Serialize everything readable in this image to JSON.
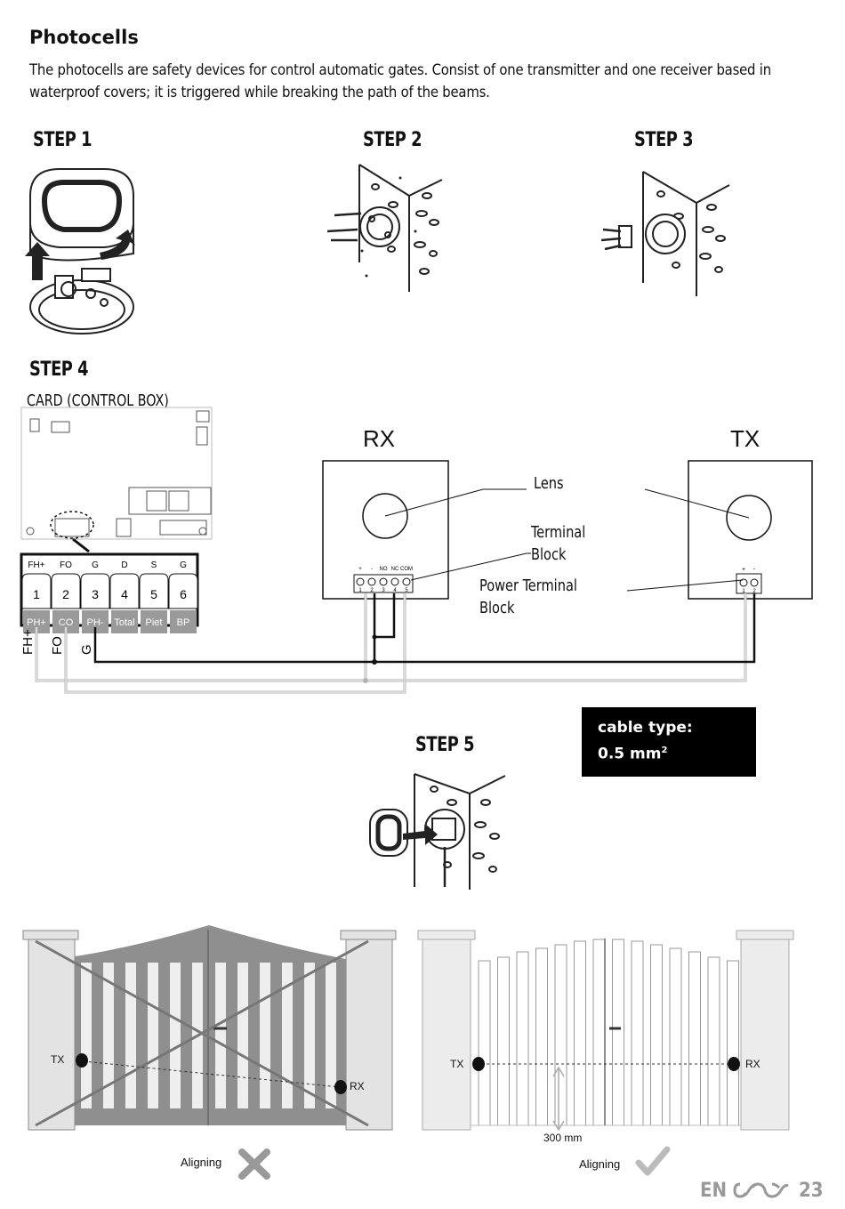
{
  "heading": "Photocells",
  "intro": "The photocells are safety devices for control automatic gates. Consist of one transmitter and one receiver based in waterproof covers; it is triggered while breaking the path of the beams.",
  "steps": {
    "step1": "STEP 1",
    "step2": "STEP 2",
    "step3": "STEP 3",
    "step4": "STEP 4",
    "step5": "STEP 5"
  },
  "wiring": {
    "card_label": "CARD (CONTROL BOX)",
    "rx_label": "RX",
    "tx_label": "TX",
    "lens_label": "Lens",
    "terminal_block_label": "Terminal Block",
    "power_terminal_label": "Power Terminal Block",
    "terminal_top": [
      "FH+",
      "FO",
      "G",
      "D",
      "S",
      "G"
    ],
    "terminal_numbers": [
      "1",
      "2",
      "3",
      "4",
      "5",
      "6"
    ],
    "terminal_bottom": [
      "PH+",
      "CO",
      "PH-",
      "Total",
      "Piet",
      "BP"
    ],
    "wire_tags": [
      "FH+",
      "FO",
      "G"
    ],
    "rx_block_labels": [
      "+",
      "-",
      "NO",
      "NC",
      "COM"
    ],
    "rx_block_numbers": [
      "1",
      "2",
      "3",
      "4",
      "5"
    ],
    "tx_block_labels": [
      "+",
      "-"
    ],
    "tx_block_numbers": [
      "1",
      "2"
    ]
  },
  "cable": {
    "line1": "cable type:",
    "line2": "0.5 mm",
    "superscript": "2"
  },
  "alignment": {
    "wrong": {
      "tx": "TX",
      "rx": "RX",
      "caption": "Aligning"
    },
    "right": {
      "tx": "TX",
      "rx": "RX",
      "caption": "Aligning",
      "height": "300 mm"
    }
  },
  "footer": {
    "language": "EN",
    "page": "23"
  },
  "colors": {
    "wire": "#b3b3b3",
    "terminal_grey": "#9a9a9a",
    "gate_grey": "#8f8f8f",
    "pillar": "#e3e3e3"
  }
}
